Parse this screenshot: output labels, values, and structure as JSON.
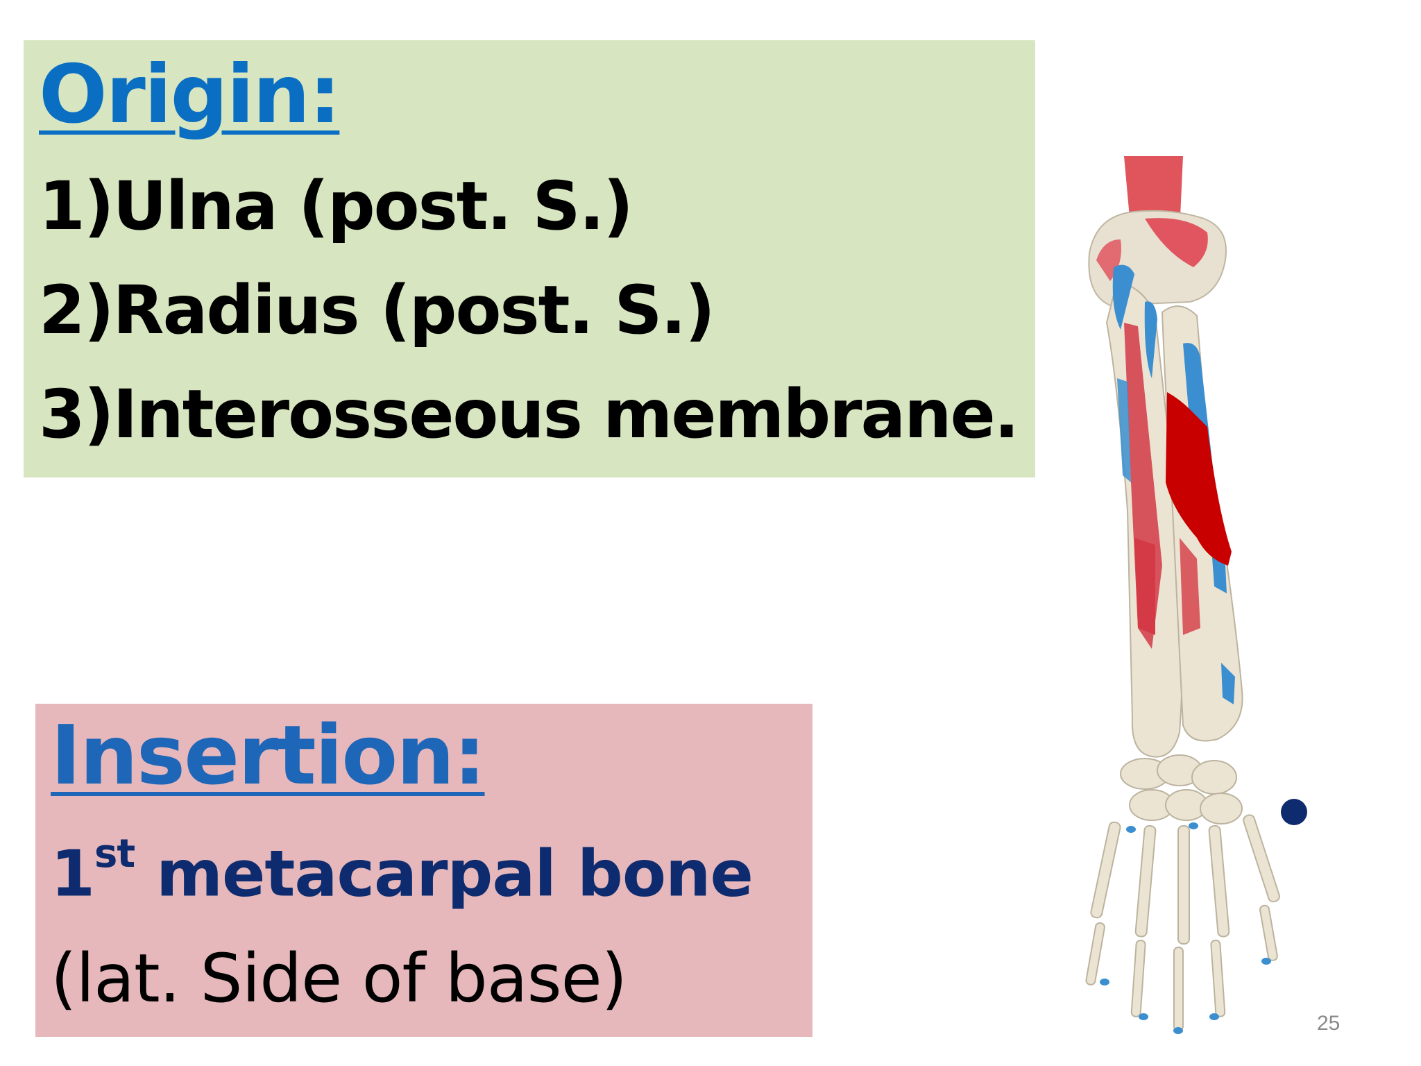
{
  "origin": {
    "heading": "Origin:",
    "items": [
      "1)Ulna (post. S.)",
      "2)Radius (post. S.)",
      "3)Interosseous membrane."
    ]
  },
  "insertion": {
    "heading": "Insertion:",
    "line1_num": "1",
    "line1_sup": "st",
    "line1_rest": " metacarpal bone",
    "line2": "(lat. Side of base)"
  },
  "slide_number": "25",
  "colors": {
    "origin_bg": "#d7e5c0",
    "insertion_bg": "#e6b8bb",
    "heading_blue": "#0a6fc2",
    "insertion_text": "#0d2b6e",
    "muscle_red": "#cc0000",
    "marker_navy": "#0d2b6e"
  }
}
